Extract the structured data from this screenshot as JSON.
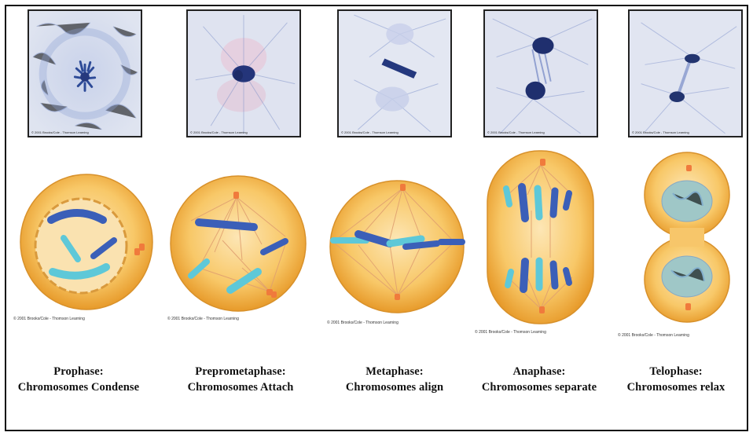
{
  "phases": [
    {
      "name": "Prophase:",
      "description": "Chromosomes Condense",
      "copyright": "© 2001 Brooks/Cole - Thomson Learning",
      "photo_credit": "© 2001 Brooks/Cole - Thomson Learning"
    },
    {
      "name": "Preprometaphase:",
      "description": "Chromosomes Attach",
      "copyright": "© 2001 Brooks/Cole - Thomson Learning",
      "photo_credit": "© 2001 Brooks/Cole - Thomson Learning"
    },
    {
      "name": "Metaphase:",
      "description": "Chromosomes align",
      "copyright": "© 2001 Brooks/Cole - Thomson Learning",
      "photo_credit": "© 2001 Brooks/Cole - Thomson Learning"
    },
    {
      "name": "Anaphase:",
      "description": "Chromosomes separate",
      "copyright": "© 2001 Brooks/Cole - Thomson Learning",
      "photo_credit": "© 2001 Brooks/Cole - Thomson Learning"
    },
    {
      "name": "Telophase:",
      "description": "Chromosomes relax",
      "copyright": "© 2001 Brooks/Cole - Thomson Learning",
      "photo_credit": "© 2001 Brooks/Cole - Thomson Learning"
    }
  ],
  "colors": {
    "cell_fill": "#f6c15e",
    "cell_edge": "#e49a2c",
    "chromosome_dark": "#3b5fb8",
    "chromosome_light": "#5cc8d8",
    "centrosome": "#f07a3c",
    "photo_bg": "#e2e6f1",
    "photo_stain": "#2a3f8a"
  },
  "icons": {
    "micrograph": "micrograph-image",
    "illustration": "cell-illustration"
  }
}
